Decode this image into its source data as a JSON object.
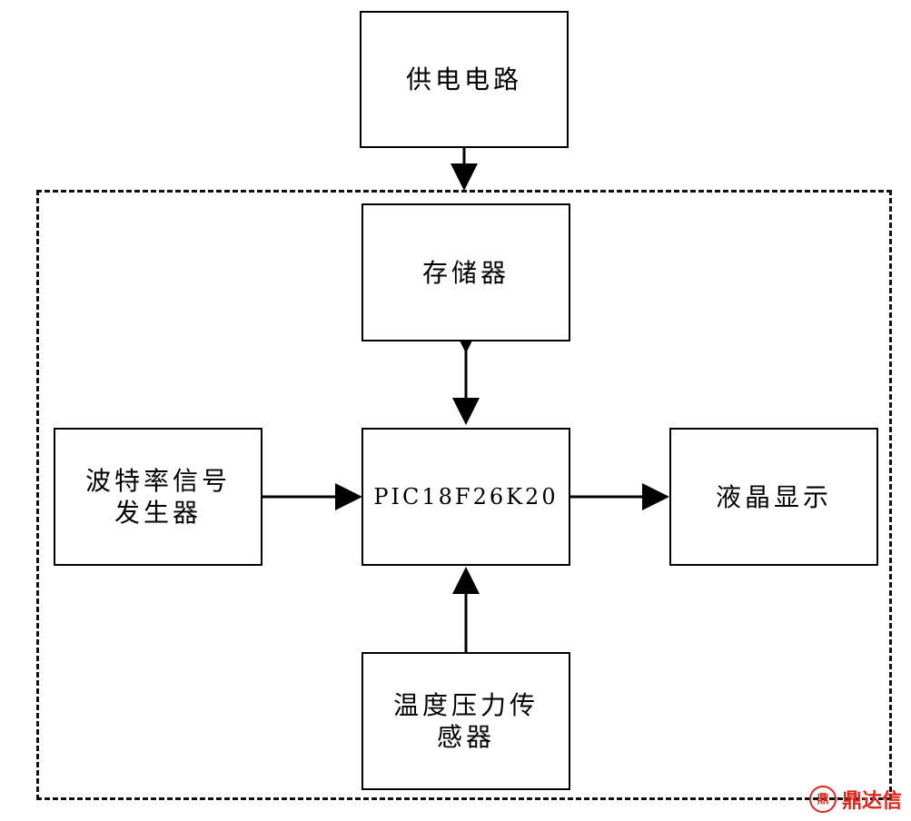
{
  "nodes": {
    "power": {
      "label": "供电电路"
    },
    "storage": {
      "label": "存储器"
    },
    "mcu": {
      "label": "PIC18F26K20"
    },
    "baud": {
      "line1": "波特率信号",
      "line2": "发生器"
    },
    "lcd": {
      "label": "液晶显示"
    },
    "sensor": {
      "line1": "温度压力传",
      "line2": "感器"
    }
  },
  "watermark": {
    "icon_text": "鼎",
    "text": "鼎达信"
  },
  "colors": {
    "line": "#000000",
    "watermark": "#e1251b"
  }
}
